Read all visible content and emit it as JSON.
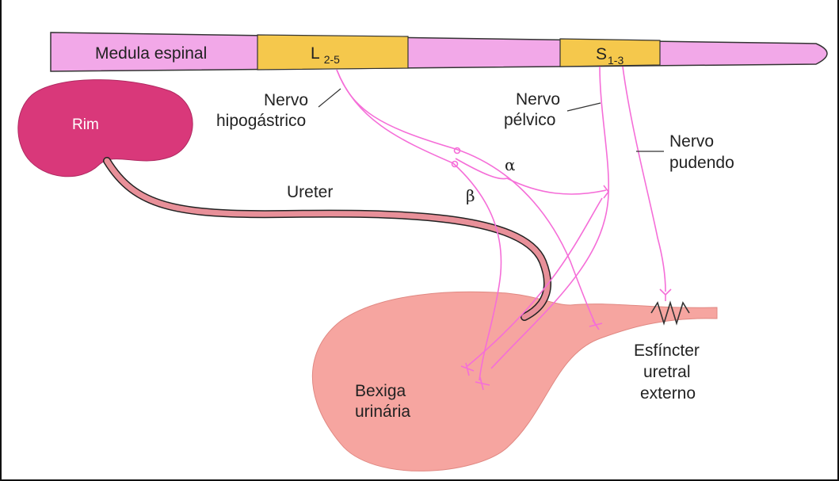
{
  "spinal_cord": {
    "label": "Medula espinal",
    "segment_lumbar": {
      "letter": "L",
      "sub": "2-5"
    },
    "segment_sacral": {
      "letter": "S",
      "sub": "1-3"
    },
    "color": "#F2A8E8",
    "segment_color": "#F5C84C"
  },
  "kidney": {
    "label": "Rim",
    "color": "#D9387A"
  },
  "ureter": {
    "label": "Ureter",
    "color": "#E89099"
  },
  "bladder": {
    "label_line1": "Bexiga",
    "label_line2": "urinária",
    "color": "#F6A5A0"
  },
  "nerves": {
    "color": "#F56ED8",
    "hypogastric": {
      "line1": "Nervo",
      "line2": "hipogástrico"
    },
    "pelvic": {
      "line1": "Nervo",
      "line2": "pélvico"
    },
    "pudendal": {
      "line1": "Nervo",
      "line2": "pudendo"
    },
    "alpha": "α",
    "beta": "β"
  },
  "sphincter": {
    "line1": "Esfíncter",
    "line2": "uretral",
    "line3": "externo"
  }
}
